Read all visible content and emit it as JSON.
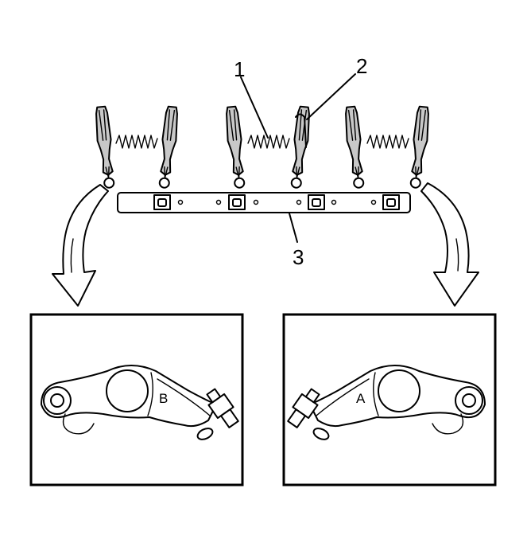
{
  "callouts": {
    "c1": "1",
    "c2": "2",
    "c3": "3"
  },
  "detail_left": {
    "mark": "B"
  },
  "detail_right": {
    "mark": "A"
  }
}
